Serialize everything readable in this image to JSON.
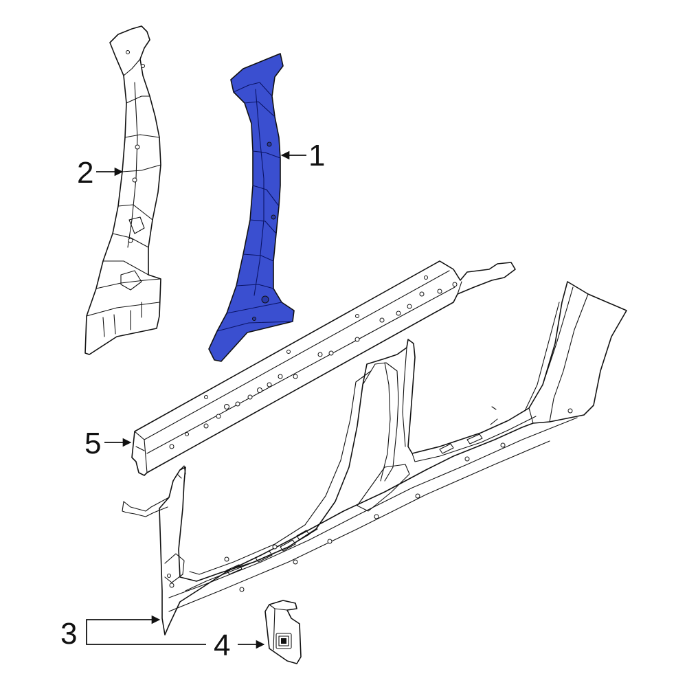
{
  "colors": {
    "highlight_part": "#3a4fd0",
    "line": "#111111",
    "background": "#ffffff"
  },
  "callouts": [
    {
      "id": "1",
      "label": "1"
    },
    {
      "id": "2",
      "label": "2"
    },
    {
      "id": "3",
      "label": "3"
    },
    {
      "id": "4",
      "label": "4"
    },
    {
      "id": "5",
      "label": "5"
    }
  ],
  "highlighted_callout": "1"
}
